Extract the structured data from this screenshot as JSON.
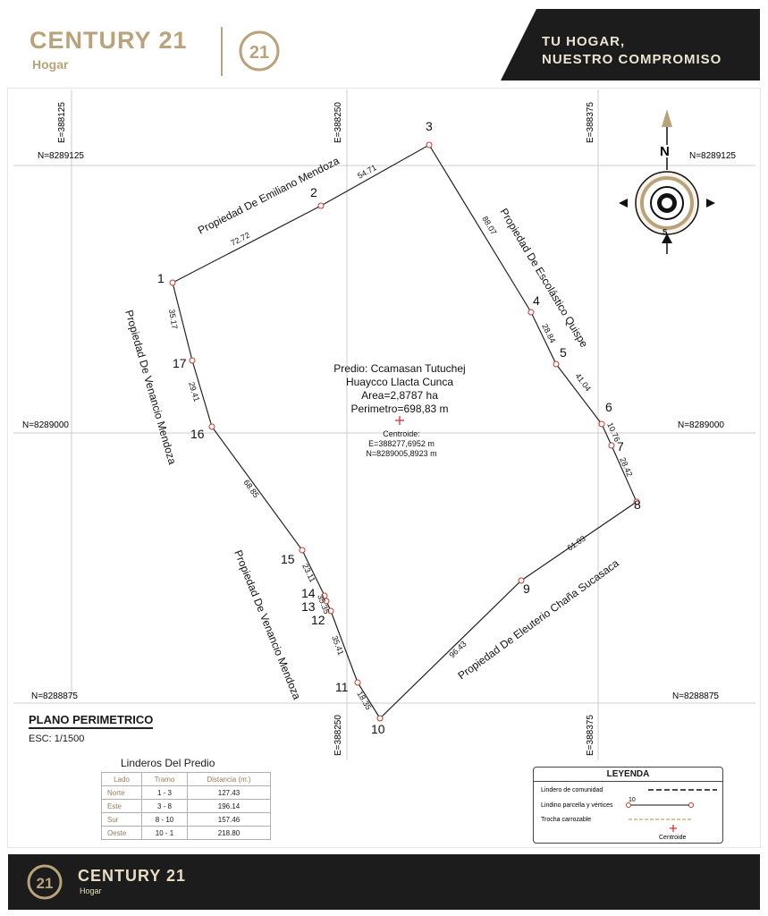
{
  "brand": {
    "name": "CENTURY 21",
    "sub": "Hogar",
    "seal": "21"
  },
  "slogan": {
    "line1": "TU HOGAR,",
    "line2": "NUESTRO COMPROMISO"
  },
  "grid": {
    "e_labels": [
      "E=388125",
      "E=388250",
      "E=388375"
    ],
    "n_labels": [
      "N=8289125",
      "N=8289000",
      "N=8288875"
    ]
  },
  "vertices": [
    "1",
    "2",
    "3",
    "4",
    "5",
    "6",
    "7",
    "8",
    "9",
    "10",
    "11",
    "12",
    "13",
    "14",
    "15",
    "16",
    "17"
  ],
  "segment_labels": [
    "72.72",
    "54.71",
    "88.07",
    "28.84",
    "41.04",
    "10.76",
    "28.42",
    "61.03",
    "96.43",
    "18.35",
    "35.41",
    "35.35",
    "23.11",
    "68.85",
    "29.41",
    "35.17"
  ],
  "neighbors": [
    "Propiedad De Emiliano Mendoza",
    "Propiedad De Escolástico Quispe",
    "Propiedad De Eleuterio Chaña Sucasaca",
    "Propiedad De Venancio Mendoza",
    "Propiedad De Venancio Mendoza"
  ],
  "predio": {
    "name_line1": "Predio: Ccamasan Tutuchej",
    "name_line2": "Huaycco Llacta Cunca",
    "area": "Area=2,8787 ha",
    "perimetro": "Perimetro=698,83 m",
    "centroide_label": "Centroide:",
    "centroide_e": "E=388277,6952 m",
    "centroide_n": "N=8289005,8923 m"
  },
  "compass": {
    "north": "N",
    "south": "S"
  },
  "plano": {
    "title": "PLANO PERIMETRICO",
    "scale": "ESC: 1/1500"
  },
  "linderos": {
    "title": "Linderos Del Predio",
    "headers": [
      "Lado",
      "Tramo",
      "Distancia (m.)"
    ],
    "rows": [
      [
        "Norte",
        "1 - 3",
        "127.43"
      ],
      [
        "Este",
        "3 - 8",
        "196.14"
      ],
      [
        "Sur",
        "8 - 10",
        "157.46"
      ],
      [
        "Oeste",
        "10 - 1",
        "218.80"
      ]
    ]
  },
  "leyenda": {
    "title": "LEYENDA",
    "items": [
      "Lindero de comunidad",
      "Lindino parcella y vértices",
      "Trocha carrozable",
      "Centroide"
    ],
    "sample_number": "10"
  },
  "footer": {
    "brand": "CENTURY 21",
    "sub": "Hogar"
  },
  "colors": {
    "gold": "#b9a37a",
    "dark": "#1c1c1c",
    "vertex": "#c0392b"
  }
}
